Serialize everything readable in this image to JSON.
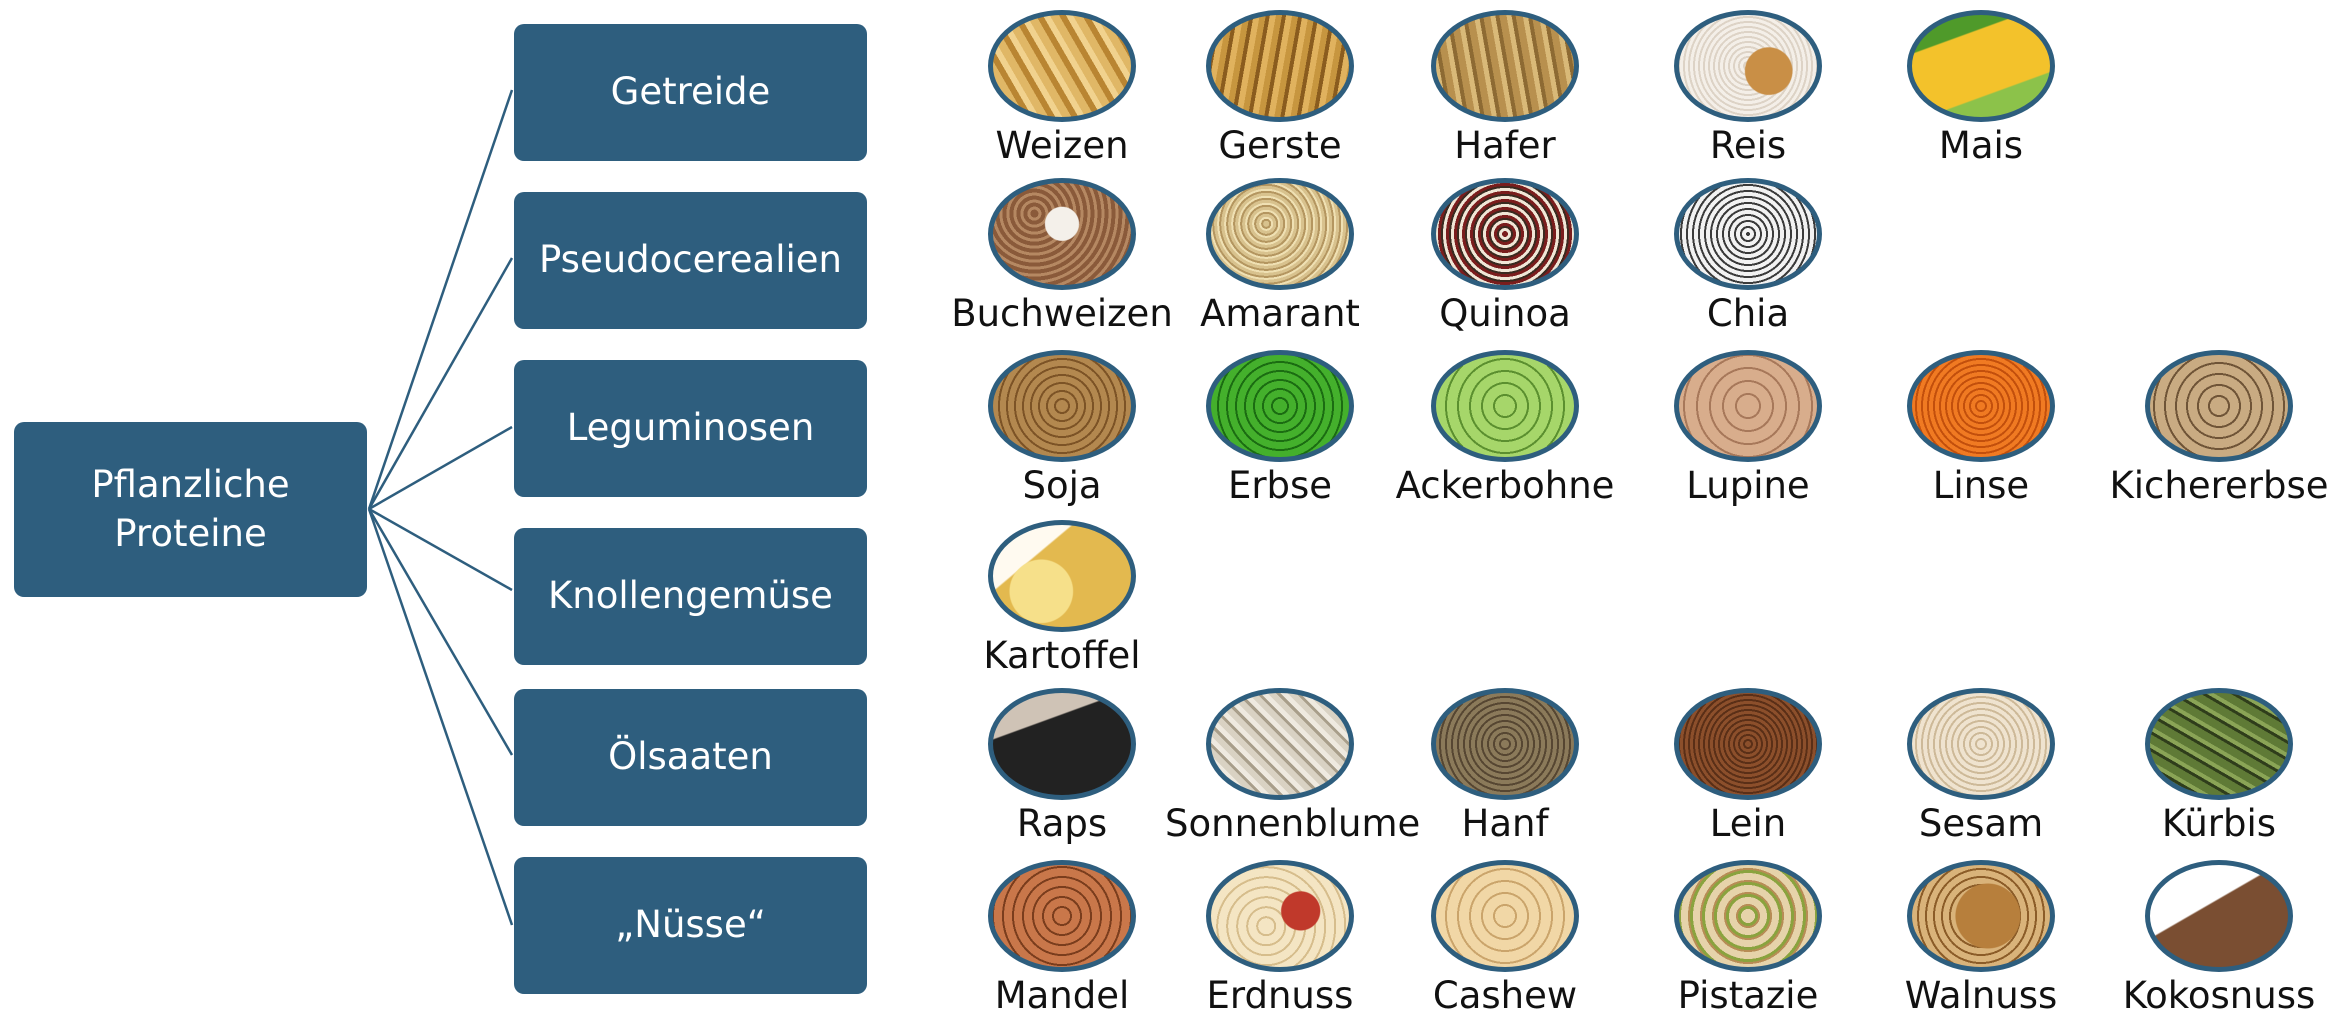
{
  "root": {
    "label": "Pflanzliche\nProteine"
  },
  "categories": [
    {
      "label": "Getreide",
      "items": [
        {
          "name": "Weizen",
          "photo": "wheat-photo"
        },
        {
          "name": "Gerste",
          "photo": "barley-photo"
        },
        {
          "name": "Hafer",
          "photo": "oat-photo"
        },
        {
          "name": "Reis",
          "photo": "rice-photo"
        },
        {
          "name": "Mais",
          "photo": "corn-photo"
        }
      ]
    },
    {
      "label": "Pseudocerealien",
      "items": [
        {
          "name": "Buchweizen",
          "photo": "buckwheat-photo"
        },
        {
          "name": "Amarant",
          "photo": "amaranth-photo"
        },
        {
          "name": "Quinoa",
          "photo": "quinoa-photo"
        },
        {
          "name": "Chia",
          "photo": "chia-photo"
        }
      ]
    },
    {
      "label": "Leguminosen",
      "items": [
        {
          "name": "Soja",
          "photo": "soy-photo"
        },
        {
          "name": "Erbse",
          "photo": "pea-photo"
        },
        {
          "name": "Ackerbohne",
          "photo": "broad-bean-photo"
        },
        {
          "name": "Lupine",
          "photo": "lupin-photo"
        },
        {
          "name": "Linse",
          "photo": "lentil-photo"
        },
        {
          "name": "Kichererbse",
          "photo": "chickpea-photo"
        }
      ]
    },
    {
      "label": "Knollengemüse",
      "items": [
        {
          "name": "Kartoffel",
          "photo": "potato-photo"
        }
      ]
    },
    {
      "label": "Ölsaaten",
      "items": [
        {
          "name": "Raps",
          "photo": "rapeseed-photo"
        },
        {
          "name": "Sonnenblume",
          "photo": "sunflower-seed-photo"
        },
        {
          "name": "Hanf",
          "photo": "hemp-seed-photo"
        },
        {
          "name": "Lein",
          "photo": "flaxseed-photo"
        },
        {
          "name": "Sesam",
          "photo": "sesame-photo"
        },
        {
          "name": "Kürbis",
          "photo": "pumpkin-seed-photo"
        }
      ]
    },
    {
      "label": "„Nüsse“",
      "items": [
        {
          "name": "Mandel",
          "photo": "almond-photo"
        },
        {
          "name": "Erdnuss",
          "photo": "peanut-photo"
        },
        {
          "name": "Cashew",
          "photo": "cashew-photo"
        },
        {
          "name": "Pistazie",
          "photo": "pistachio-photo"
        },
        {
          "name": "Walnuss",
          "photo": "walnut-photo"
        },
        {
          "name": "Kokosnuss",
          "photo": "coconut-photo"
        }
      ]
    }
  ],
  "colors": {
    "box": "#2e5e7e",
    "connector": "#2e5e7e",
    "text_on_box": "#ffffff",
    "label": "#111111"
  }
}
